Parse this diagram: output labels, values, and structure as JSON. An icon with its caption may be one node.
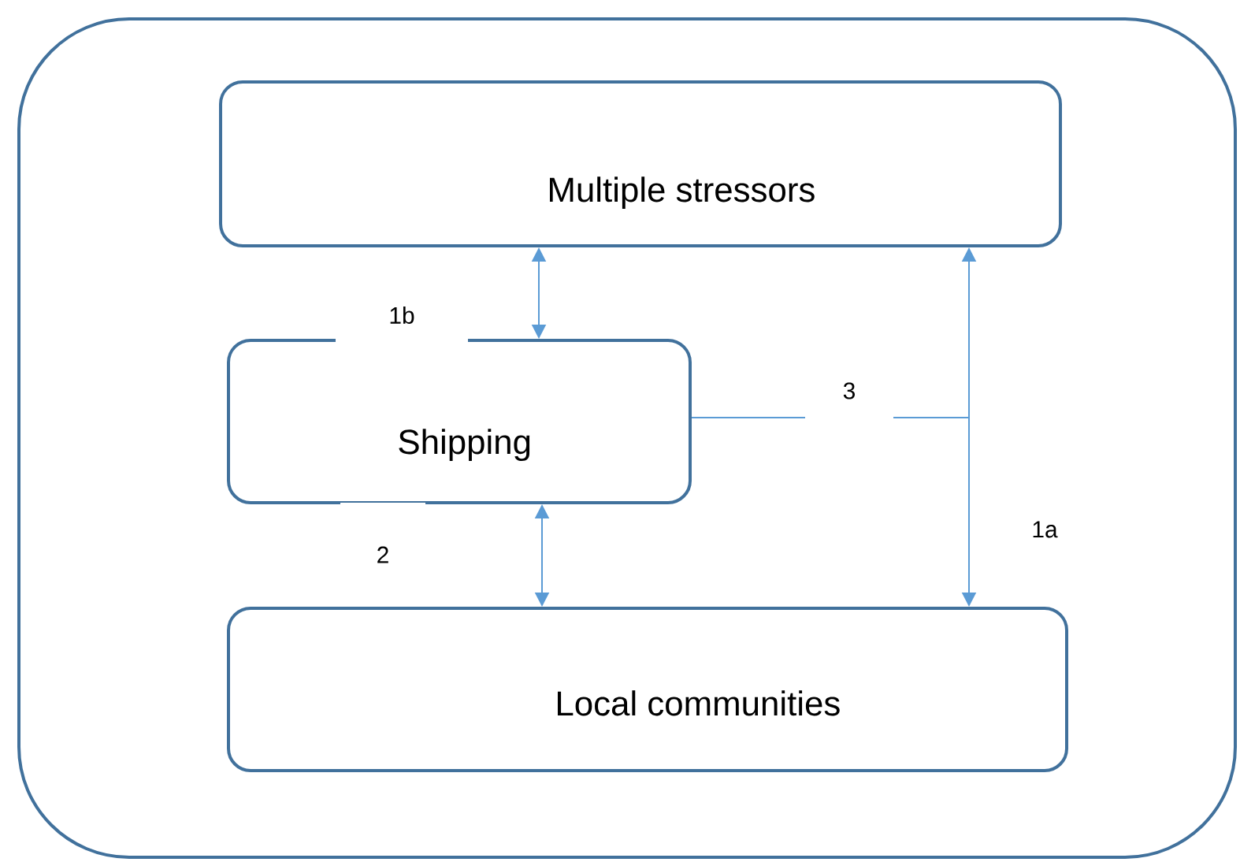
{
  "diagram": {
    "nodes": [
      {
        "text": [],
        "shape": "box"
      },
      {
        "text": [
          "Multiple stressors"
        ],
        "in": 0
      },
      {
        "text": [
          "Shipping"
        ],
        "in": 0
      },
      {
        "text": [
          "Local communities"
        ],
        "in": 0
      }
    ],
    "edges": [
      {
        "from": 1,
        "to": 2,
        "arrow": "both"
      },
      {
        "from": 2,
        "to": 3,
        "arrow": "both"
      },
      {
        "from": 1,
        "to": 3,
        "arrow": "both",
        "label": "1a"
      },
      {
        "from": 2,
        "to": null,
        "arrow": "none",
        "label": "3"
      }
    ],
    "labels": [
      "1b",
      "2"
    ]
  }
}
